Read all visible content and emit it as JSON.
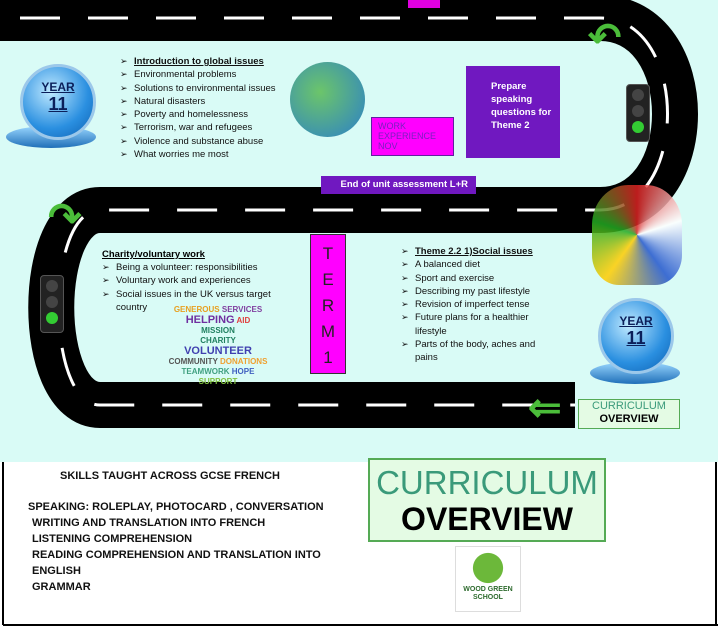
{
  "year_badge": {
    "label": "YEAR",
    "number": "11"
  },
  "unit1": {
    "title": "Introduction to global issues",
    "items": [
      "Environmental problems",
      "Solutions to environmental issues",
      "Natural disasters",
      "Poverty and homelessness",
      "Terrorism, war and refugees",
      "Violence and substance abuse",
      "What worries me most"
    ]
  },
  "work_experience": "WORK EXPERIENCE NOV",
  "prepare": "Prepare speaking questions for Theme 2",
  "assessment": "End of unit assessment L+R",
  "charity": {
    "title": "Charity/voluntary work",
    "items": [
      "Being a volunteer: responsibilities",
      "Voluntary work and experiences",
      "Social issues in the UK versus target country"
    ]
  },
  "wordcloud": [
    "GENEROUS",
    "SERVICES",
    "HELPING",
    "AID",
    "MISSION",
    "CHARITY",
    "VOLUNTEER",
    "COMMUNITY",
    "DONATIONS",
    "TEAMWORK",
    "HOPE",
    "SUPPORT"
  ],
  "term": [
    "T",
    "E",
    "R",
    "M",
    "1"
  ],
  "theme": {
    "title": "Theme 2.2  1)Social issues",
    "items": [
      "A balanced diet",
      "Sport and exercise",
      "Describing my past lifestyle",
      "Revision of imperfect tense",
      "Future plans for a healthier lifestyle",
      "Parts of the body, aches and pains"
    ]
  },
  "small_logo": {
    "line1": "CURRICULUM",
    "line2": "OVERVIEW"
  },
  "big_logo": {
    "line1": "CURRICULUM",
    "line2": "OVERVIEW"
  },
  "skills": {
    "title": "SKILLS TAUGHT ACROSS GCSE FRENCH",
    "lines": [
      "SPEAKING: ROLEPLAY, PHOTOCARD , CONVERSATION",
      "WRITING AND TRANSLATION INTO FRENCH",
      "LISTENING COMPREHENSION",
      "READING COMPREHENSION AND TRANSLATION INTO ENGLISH",
      "GRAMMAR"
    ]
  },
  "school": {
    "line1": "WOOD GREEN",
    "line2": "SCHOOL"
  }
}
